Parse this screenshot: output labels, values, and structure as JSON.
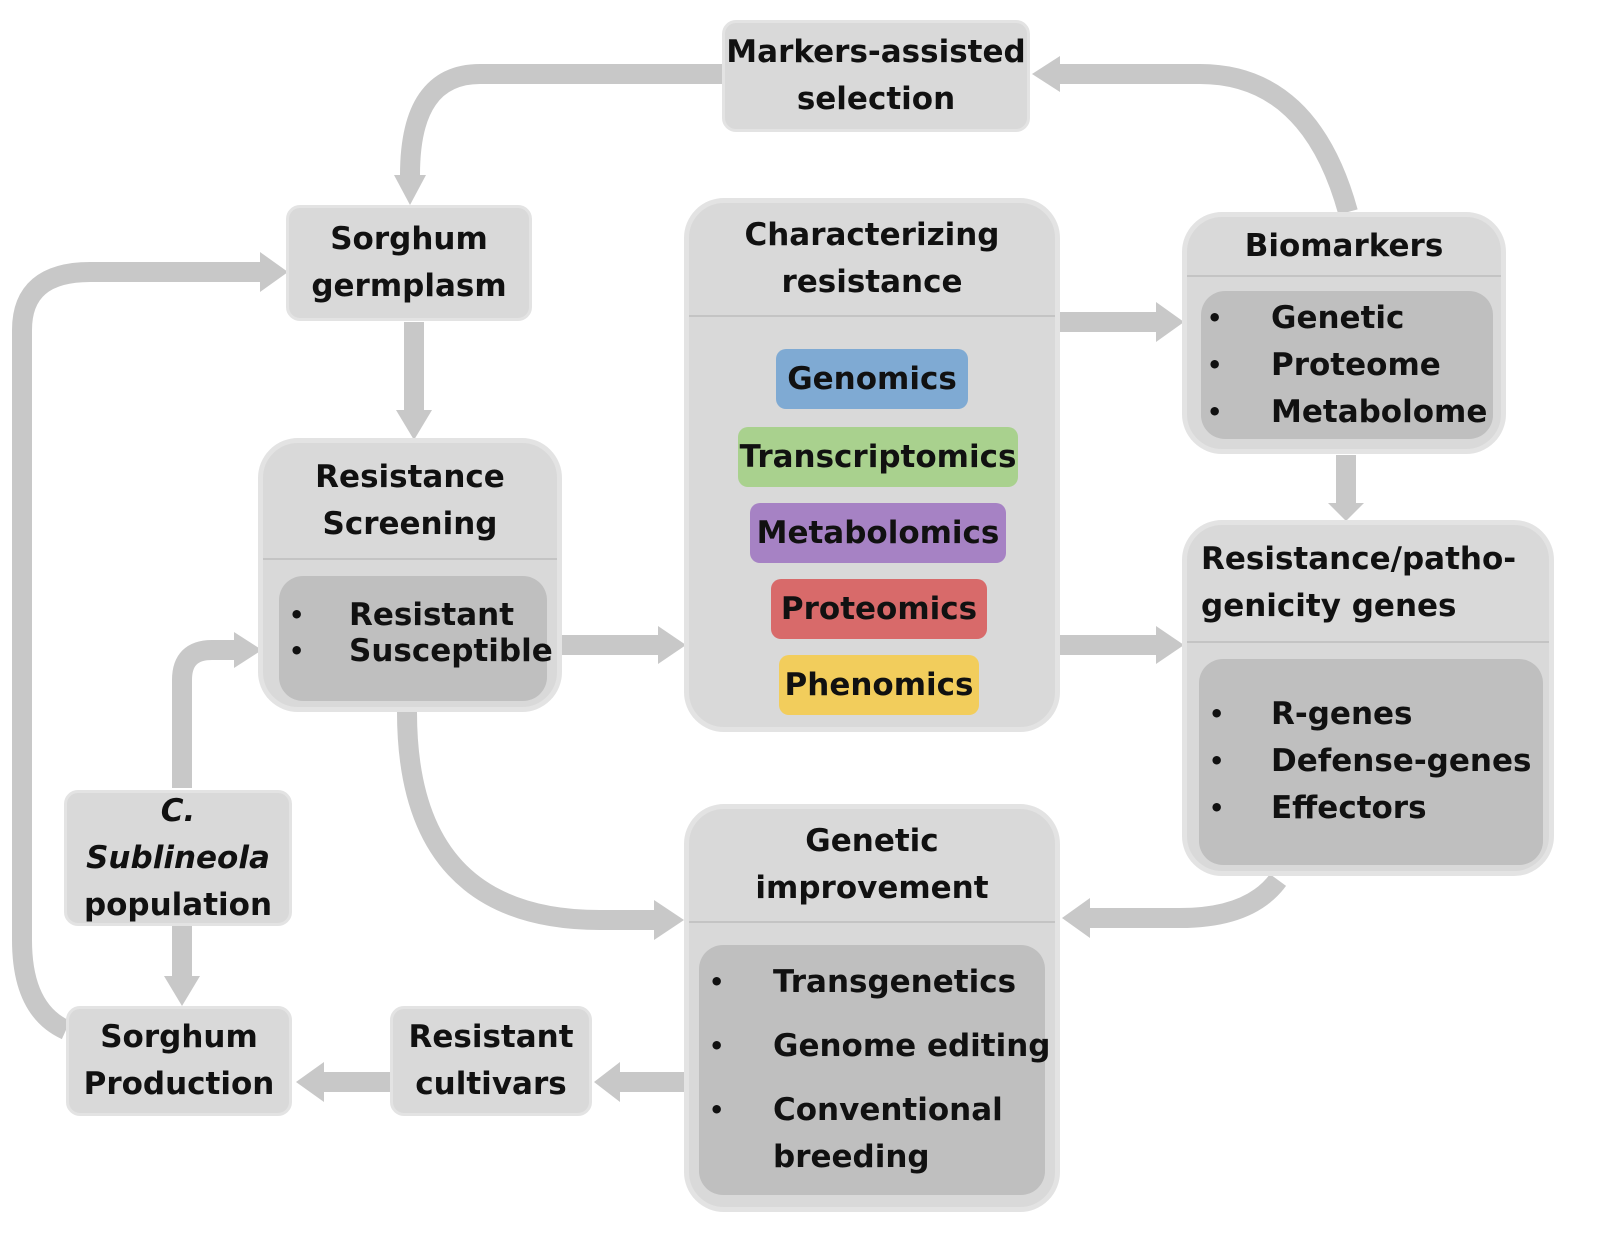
{
  "nodes": {
    "markers_assisted": {
      "lines": [
        "Markers-assisted",
        "selection"
      ]
    },
    "sorghum_germplasm": {
      "lines": [
        "Sorghum",
        "germplasm"
      ]
    },
    "pathogen_population": {
      "lines": [
        "C. Sublineola",
        "population"
      ]
    },
    "sorghum_production": {
      "lines": [
        "Sorghum",
        "Production"
      ]
    },
    "resistant_cultivars": {
      "lines": [
        "Resistant",
        "cultivars"
      ]
    }
  },
  "resistance_screening": {
    "title_lines": [
      "Resistance",
      "Screening"
    ],
    "items": [
      "Resistant",
      "Susceptible"
    ]
  },
  "characterizing_resistance": {
    "title_lines": [
      "Characterizing",
      "resistance"
    ],
    "omics": [
      {
        "label": "Genomics",
        "color": "#7faad3"
      },
      {
        "label": "Transcriptomics",
        "color": "#a9d18e"
      },
      {
        "label": "Metabolomics",
        "color": "#a682c4"
      },
      {
        "label": "Proteomics",
        "color": "#d86a6a"
      },
      {
        "label": "Phenomics",
        "color": "#f2cd5c"
      }
    ]
  },
  "biomarkers": {
    "title": "Biomarkers",
    "items": [
      "Genetic",
      "Proteome",
      "Metabolome"
    ]
  },
  "resistance_genes": {
    "title_lines": [
      "Resistance/patho-",
      "genicity genes"
    ],
    "items": [
      "R-genes",
      "Defense-genes",
      "Effectors"
    ]
  },
  "genetic_improvement": {
    "title_lines": [
      "Genetic",
      "improvement"
    ],
    "items": [
      "Transgenetics",
      "Genome editing",
      "Conventional breeding"
    ],
    "item_lines": [
      "Transgenetics",
      "Genome editing",
      "Conventional",
      "breeding"
    ]
  },
  "bullet": "•",
  "colors": {
    "box": "#d9d9d9",
    "inner": "#bfbfbf",
    "arrow": "#c8c8c8"
  }
}
